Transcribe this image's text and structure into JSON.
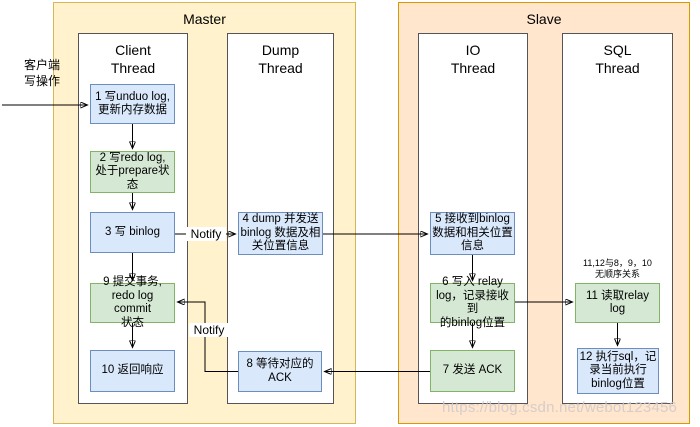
{
  "diagram": {
    "master_label": "Master",
    "slave_label": "Slave",
    "client_operation_label": "客户端\n写操作",
    "threads": {
      "client": "Client\nThread",
      "dump": "Dump\nThread",
      "io": "IO\nThread",
      "sql": "SQL\nThread"
    },
    "steps": {
      "s1": "1 写unduo log,\n更新内存数据",
      "s2": "2 写redo log,\n处于prepare状\n态",
      "s3": "3 写 binlog",
      "s4": "4 dump 并发送\nbinlog 数据及相\n关位置信息",
      "s5": "5 接收到binlog\n数据和相关位置\n信息",
      "s6": "6 写入 relay\nlog，记录接收到\n的binlog位置",
      "s7": "7 发送 ACK",
      "s8": "8 等待对应的\nACK",
      "s9": "9 提交事务,\nredo log commit\n状态",
      "s10": "10 返回响应",
      "s11": "11 读取relay log",
      "s12": "12 执行sql，记\n录当前执行\nbinlog位置"
    },
    "notify_label_1": "Notify",
    "notify_label_2": "Notify",
    "ordering_note": "11,12与8，9，10\n无顺序关系",
    "watermark": "https://blog.csdn.net/webot123456",
    "colors": {
      "master_fill": "#fff2cc",
      "master_stroke": "#d6b656",
      "slave_fill": "#ffe6cc",
      "slave_stroke": "#d79b00",
      "step_blue_fill": "#dae8fc",
      "step_blue_stroke": "#6c8ebf",
      "step_green_fill": "#d5e8d4",
      "step_green_stroke": "#82b366"
    }
  }
}
